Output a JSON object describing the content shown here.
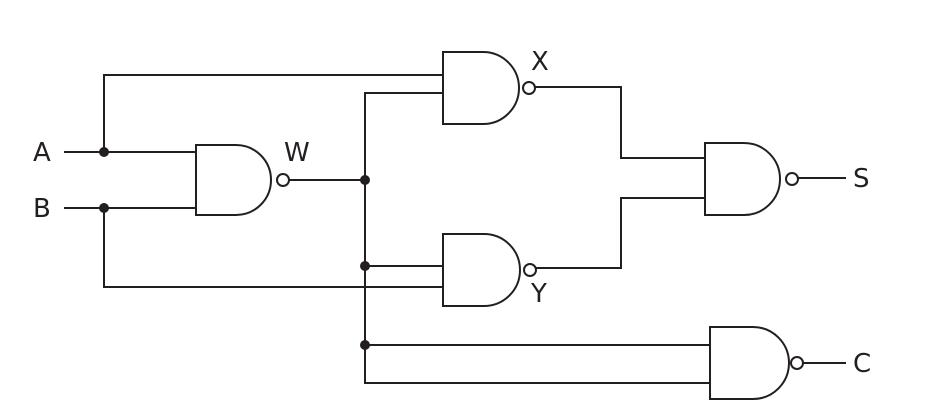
{
  "diagram": {
    "inputs": {
      "a": "A",
      "b": "B"
    },
    "gates": {
      "w": "W",
      "x": "X",
      "y": "Y"
    },
    "outputs": {
      "s": "S",
      "c": "C"
    },
    "gate_type": "NAND",
    "ink_color": "#231f20"
  }
}
